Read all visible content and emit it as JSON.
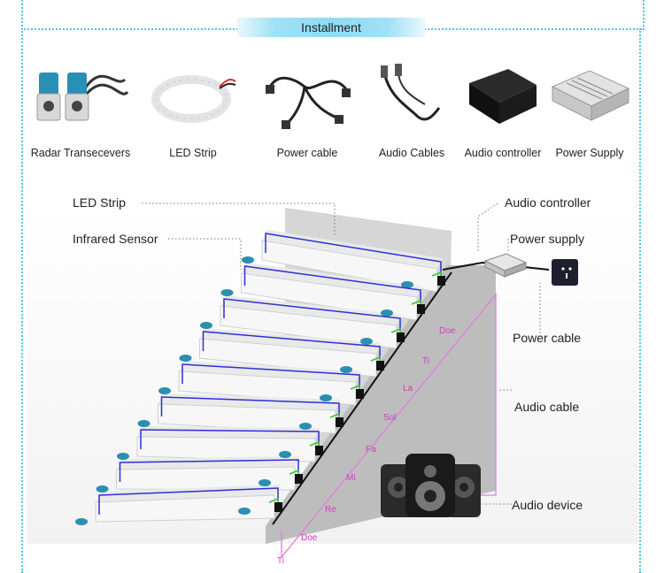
{
  "header": {
    "title": "Installment"
  },
  "products": [
    {
      "label": "Radar Transecevers",
      "icon": "radar-transceiver-icon"
    },
    {
      "label": "LED Strip",
      "icon": "led-strip-icon"
    },
    {
      "label": "Power cable",
      "icon": "power-cable-icon"
    },
    {
      "label": "Audio Cables",
      "icon": "audio-cable-icon"
    },
    {
      "label": "Audio controller",
      "icon": "audio-controller-icon"
    },
    {
      "label": "Power Supply",
      "icon": "power-supply-icon"
    }
  ],
  "callouts": {
    "led_strip": "LED Strip",
    "infrared_sensor": "Infrared Sensor",
    "audio_controller": "Audio controller",
    "power_supply": "Power supply",
    "power_cable": "Power cable",
    "audio_cable": "Audio cable",
    "audio_device": "Audio device"
  },
  "notes": [
    "Ti",
    "Doe",
    "Re",
    "Mi",
    "Fa",
    "Sol",
    "La",
    "Ti",
    "Doe"
  ],
  "colors": {
    "accent": "#4fc6e6",
    "led_wire": "#2f2fd6",
    "sensor_wire": "#36c23b",
    "note_wire": "#d23bc4"
  }
}
